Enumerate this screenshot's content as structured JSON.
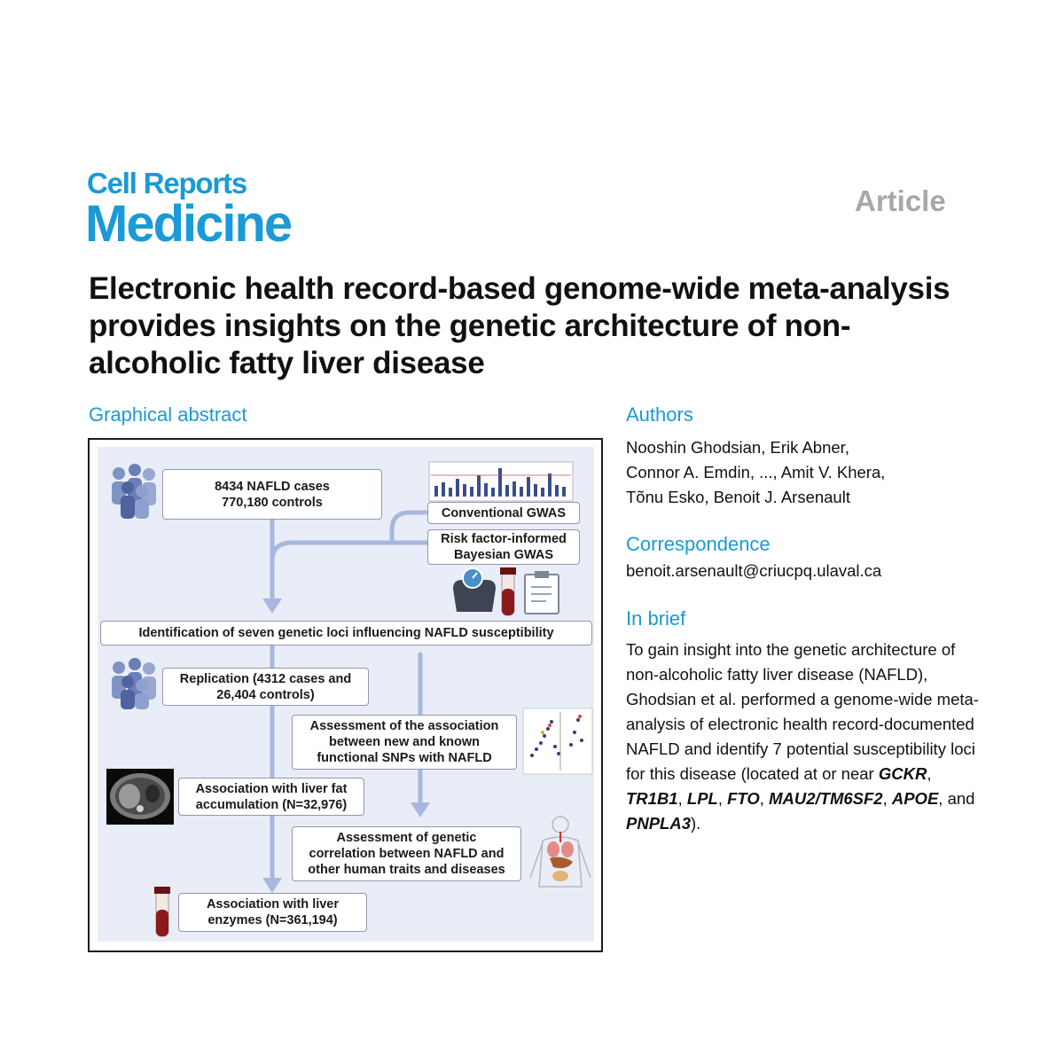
{
  "journal": {
    "name_line1": "Cell Reports",
    "name_line2": "Medicine",
    "article_type": "Article"
  },
  "title": "Electronic health record-based genome-wide meta-analysis provides insights on the genetic architecture of non-alcoholic fatty liver disease",
  "graphical_abstract": {
    "heading": "Graphical abstract",
    "boxes": {
      "cases_line1": "8434 NAFLD cases",
      "cases_line2": "770,180 controls",
      "conventional_gwas": "Conventional GWAS",
      "bayesian_line1": "Risk factor-informed",
      "bayesian_line2": "Bayesian GWAS",
      "identification": "Identification of seven genetic loci influencing NAFLD susceptibility",
      "replication_line1": "Replication (4312 cases and",
      "replication_line2": "26,404 controls)",
      "snp_line1": "Assessment of the association",
      "snp_line2": "between new and known",
      "snp_line3": "functional SNPs with NAFLD",
      "liverfat_line1": "Association with liver fat",
      "liverfat_line2": "accumulation (N=32,976)",
      "genetic_corr_line1": "Assessment of genetic",
      "genetic_corr_line2": "correlation between NAFLD and",
      "genetic_corr_line3": "other human traits and diseases",
      "enzymes_line1": "Association with liver",
      "enzymes_line2": "enzymes (N=361,194)"
    },
    "colors": {
      "arrow": "#a7b7de",
      "background": "#e9edf7",
      "liver": "#b0703a"
    }
  },
  "authors": {
    "heading": "Authors",
    "line1": "Nooshin Ghodsian, Erik Abner,",
    "line2": "Connor A. Emdin, ..., Amit V. Khera,",
    "line3": "Tõnu Esko, Benoit J. Arsenault"
  },
  "correspondence": {
    "heading": "Correspondence",
    "email": "benoit.arsenault@criucpq.ulaval.ca"
  },
  "in_brief": {
    "heading": "In brief",
    "text_lead": "To gain insight into the genetic architecture of non-alcoholic fatty liver disease (NAFLD), Ghodsian et al. performed a genome-wide meta-analysis of electronic health record-documented NAFLD and identify 7 potential susceptibility loci for this disease (located at or near ",
    "gene1": "GCKR",
    "sep1": ", ",
    "gene2": "TR1B1",
    "sep2": ", ",
    "gene3": "LPL",
    "sep3": ", ",
    "gene4": "FTO",
    "sep4": ", ",
    "gene5": "MAU2/TM6SF2",
    "sep5": ", ",
    "gene6": "APOE",
    "sep6": ", and ",
    "gene7": "PNPLA3",
    "text_tail": ")."
  }
}
